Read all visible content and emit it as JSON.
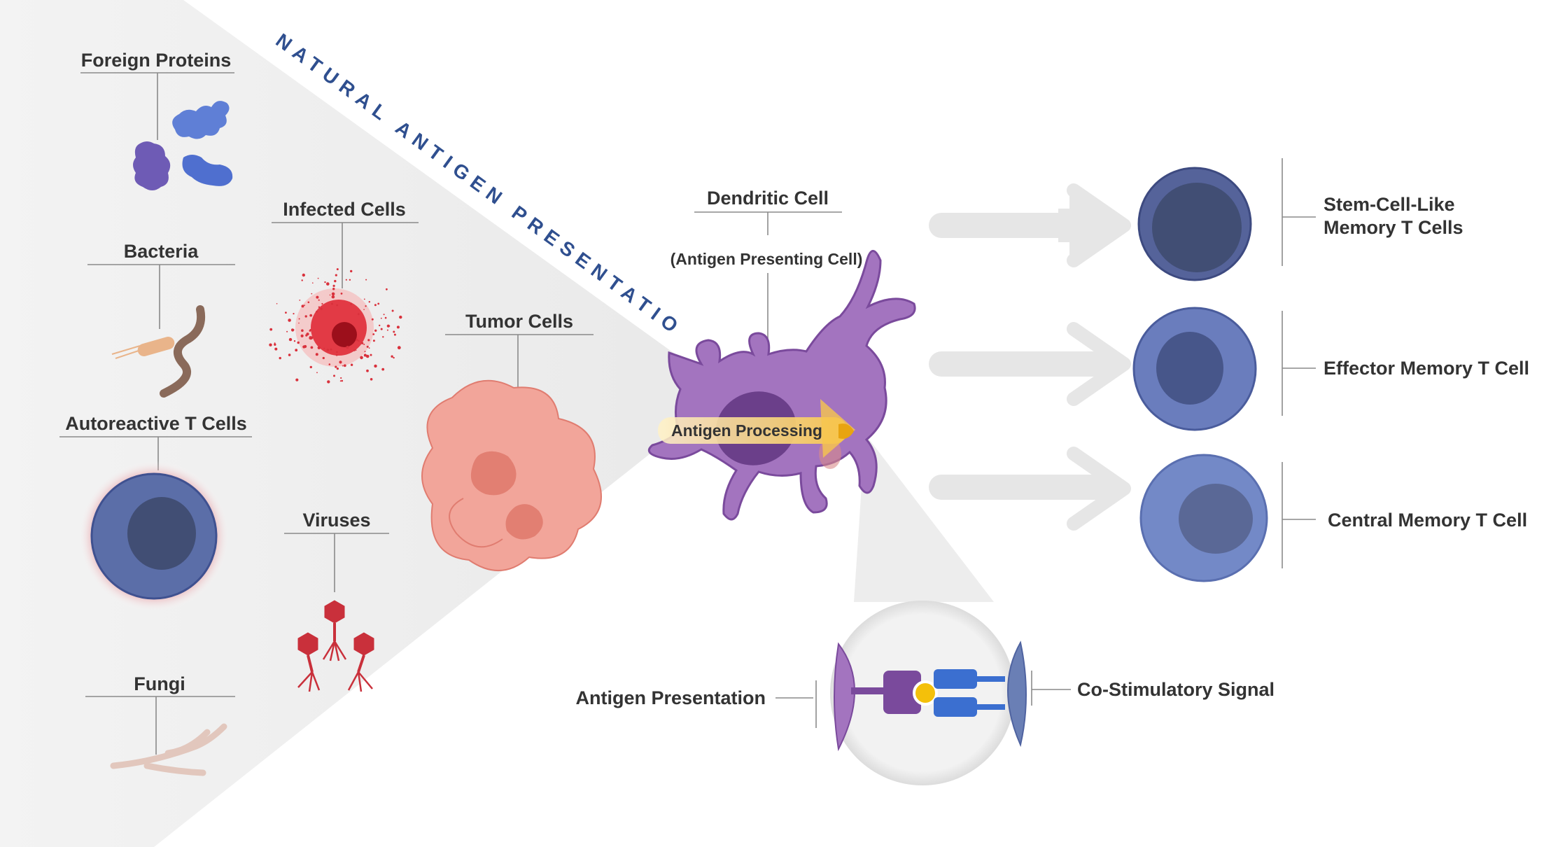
{
  "title_arc": "NATURAL ANTIGEN PRESENTATION",
  "antigen_sources": {
    "foreign_proteins": "Foreign Proteins",
    "bacteria": "Bacteria",
    "autoreactive_t_cells": "Autoreactive T Cells",
    "fungi": "Fungi",
    "infected_cells": "Infected Cells",
    "tumor_cells": "Tumor Cells",
    "viruses": "Viruses"
  },
  "dendritic_cell": {
    "label": "Dendritic Cell",
    "sublabel": "(Antigen Presenting Cell)",
    "process_label": "Antigen Processing"
  },
  "inset": {
    "left_label": "Antigen Presentation",
    "right_label": "Co-Stimulatory Signal"
  },
  "memory_cells": [
    {
      "line1": "Stem-Cell-Like",
      "line2": "Memory T Cells"
    },
    {
      "line1": "Effector Memory T Cell"
    },
    {
      "line1": "Central Memory T Cell"
    }
  ],
  "colors": {
    "arc_title": "#2f4f8f",
    "dendritic_cell": "#a374bf",
    "t_cell_outer": "#5b6ea8",
    "tumor": "#f2a59a",
    "virus": "#c9303b",
    "infected": "#e23a45",
    "protein": "#5f7fd6",
    "arrow": "#e6e6e6"
  }
}
